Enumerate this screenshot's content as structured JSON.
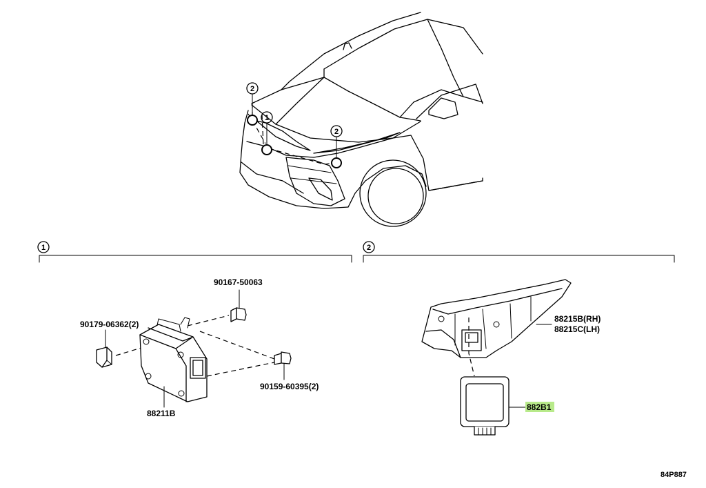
{
  "callouts": {
    "one": "1",
    "two": "2"
  },
  "parts": {
    "bolt_a": "90167-50063",
    "nut": "90179-06362(2)",
    "bolt_b": "90159-60395(2)",
    "computer": "88211B",
    "bracket_rh": "88215B(RH)",
    "bracket_lh": "88215C(LH)",
    "sensor": "882B1"
  },
  "diagram_code": "84P887",
  "colors": {
    "highlight": "#b8ea8a",
    "ink": "#000000"
  }
}
